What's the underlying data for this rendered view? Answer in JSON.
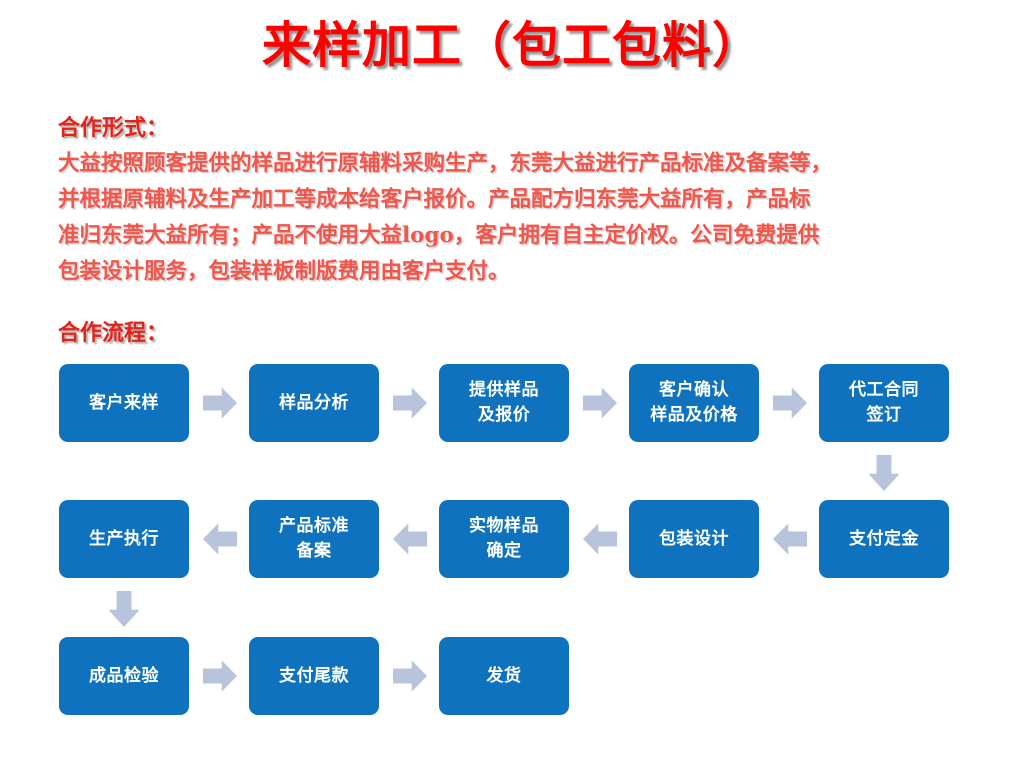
{
  "slide": {
    "title": "来样加工（包工包料）",
    "title_color": "#FF0000",
    "background_color": "#FFFFFF",
    "node_color": "#0F72BE",
    "arrow_color": "#B7C4DC",
    "heading_color": "#E2231A",
    "body_color": "#F2564B"
  },
  "cooperation_form": {
    "heading": "合作形式：",
    "paragraph_lines": [
      "大益按照顾客提供的样品进行原辅料采购生产，东莞大益进行产品标准及备案等，",
      "并根据原辅料及生产加工等成本给客户报价。产品配方归东莞大益所有，产品标",
      "准归东莞大益所有；产品不使用大益logo，客户拥有自主定价权。公司免费提供",
      "包装设计服务，包装样板制版费用由客户支付。"
    ]
  },
  "cooperation_flow": {
    "heading": "合作流程：",
    "rows": [
      {
        "direction": "left-to-right",
        "nodes": [
          "客户来样",
          "样品分析",
          "提供样品\n及报价",
          "客户确认\n样品及价格",
          "代工合同\n签订"
        ]
      },
      {
        "direction": "right-to-left",
        "nodes": [
          "生产执行",
          "产品标准\n备案",
          "实物样品\n确定",
          "包装设计",
          "支付定金"
        ]
      },
      {
        "direction": "left-to-right",
        "nodes": [
          "成品检验",
          "支付尾款",
          "发货"
        ]
      }
    ],
    "connectors": {
      "row1_to_row2": "down-arrow-right-side",
      "row2_to_row3": "down-arrow-left-side"
    }
  }
}
